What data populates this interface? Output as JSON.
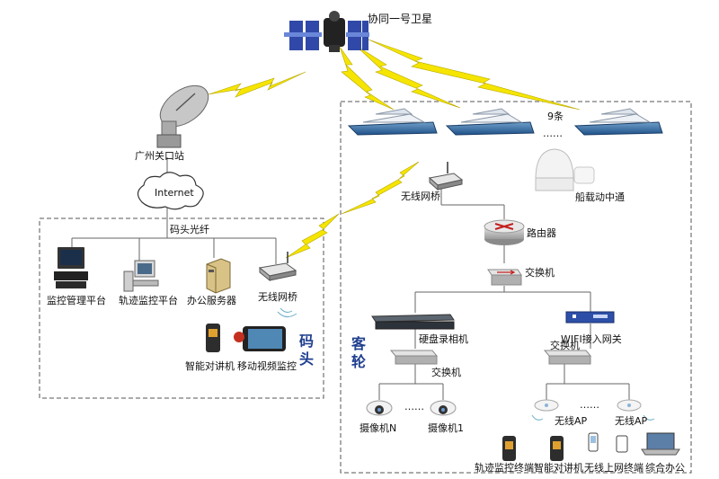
{
  "nodes": {
    "satellite": "协同一号卫星",
    "ground_station": "广州关口站",
    "internet": "Internet",
    "dock_fiber": "码头光纤",
    "dock_monitor_platform": "监控管理平台",
    "dock_track_platform": "轨迹监控平台",
    "dock_office_server": "办公服务器",
    "dock_wireless_bridge": "无线网桥",
    "dock_intercom": "智能对讲机",
    "dock_mobile_video": "移动视频监控",
    "ship_count": "9条",
    "ship_wireless_bridge": "无线网桥",
    "ship_satcom": "船载动中通",
    "router": "路由器",
    "switch_main": "交换机",
    "nvr": "硬盘录相机",
    "wifi_gateway": "WIFI接入网关",
    "switch_nvr": "交换机",
    "switch_wifi": "交换机",
    "camera_n": "摄像机N",
    "camera_1": "摄像机1",
    "ap_1": "无线AP",
    "ap_2": "无线AP",
    "term_track": "轨迹监控终端",
    "term_intercom": "智能对讲机",
    "term_wifi": "无线上网终端",
    "term_office": "综合办公",
    "ellipsis": "……"
  },
  "zones": {
    "dock": "码头",
    "ship": "客轮"
  },
  "colors": {
    "zone_label": "#1f3f8f",
    "lightning": "#f5e500",
    "link": "#666666"
  }
}
